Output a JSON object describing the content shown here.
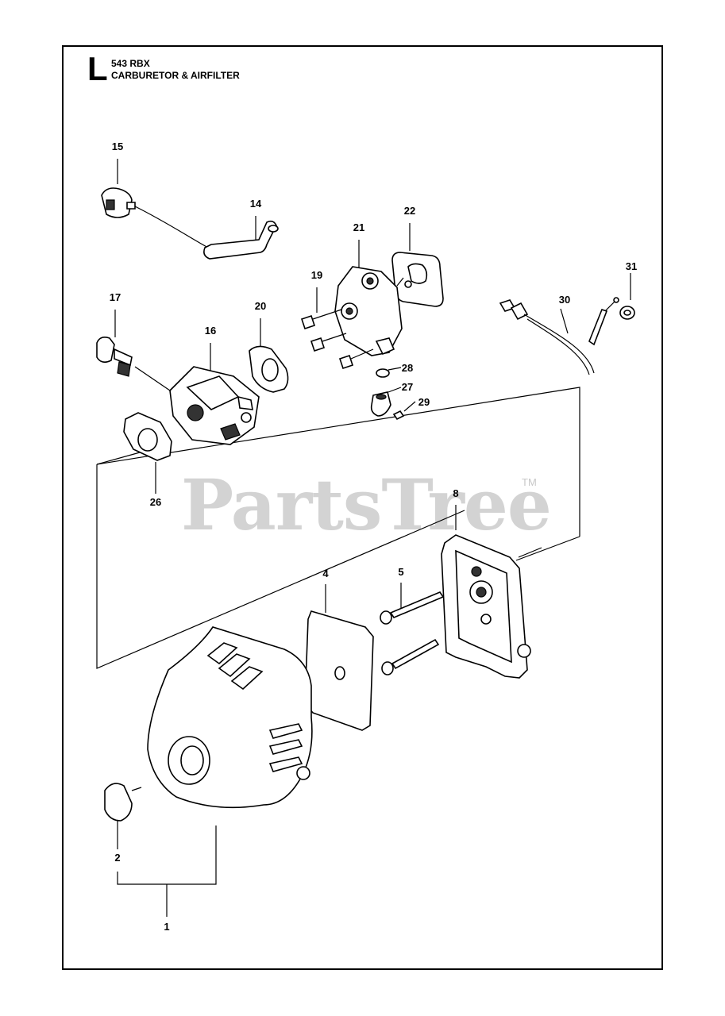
{
  "header": {
    "section_letter": "L",
    "model": "543 RBX",
    "title": "CARBURETOR & AIRFILTER"
  },
  "watermark": {
    "text": "PartsTree",
    "trademark": "TM"
  },
  "callouts": [
    {
      "id": "c15",
      "text": "15"
    },
    {
      "id": "c14",
      "text": "14"
    },
    {
      "id": "c22",
      "text": "22"
    },
    {
      "id": "c21",
      "text": "21"
    },
    {
      "id": "c19",
      "text": "19"
    },
    {
      "id": "c17",
      "text": "17"
    },
    {
      "id": "c20",
      "text": "20"
    },
    {
      "id": "c16",
      "text": "16"
    },
    {
      "id": "c28",
      "text": "28"
    },
    {
      "id": "c27",
      "text": "27"
    },
    {
      "id": "c29",
      "text": "29"
    },
    {
      "id": "c30",
      "text": "30"
    },
    {
      "id": "c31",
      "text": "31"
    },
    {
      "id": "c26",
      "text": "26"
    },
    {
      "id": "c8",
      "text": "8"
    },
    {
      "id": "c4",
      "text": "4"
    },
    {
      "id": "c5",
      "text": "5"
    },
    {
      "id": "c2",
      "text": "2"
    },
    {
      "id": "c1",
      "text": "1"
    }
  ]
}
